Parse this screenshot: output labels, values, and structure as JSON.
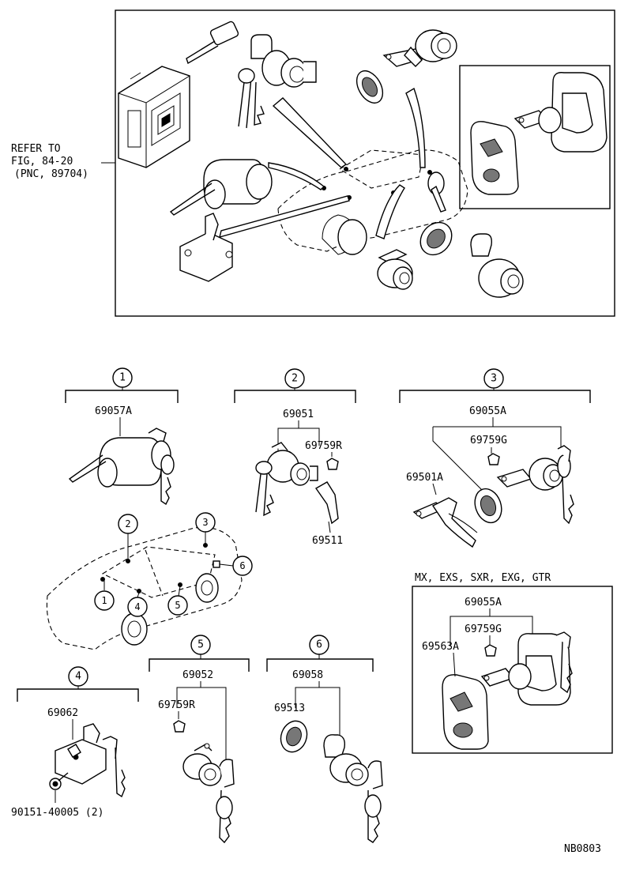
{
  "refer_note": {
    "line1": "REFER TO",
    "line2": "FIG, 84-20",
    "line3": "(PNC, 89704)"
  },
  "groups": [
    {
      "number": "1",
      "parts": [
        "69057A"
      ]
    },
    {
      "number": "2",
      "parts": [
        "69051",
        "69759R",
        "69511"
      ]
    },
    {
      "number": "3",
      "parts": [
        "69055A",
        "69759G",
        "69501A"
      ]
    },
    {
      "number": "4",
      "parts": [
        "69062",
        "90151-40005 (2)"
      ]
    },
    {
      "number": "5",
      "parts": [
        "69052",
        "69759R"
      ]
    },
    {
      "number": "6",
      "parts": [
        "69058",
        "69513"
      ]
    }
  ],
  "variant": {
    "label": "MX, EXS, SXR, EXG, GTR",
    "parts": [
      "69055A",
      "69759G",
      "69563A"
    ]
  },
  "car_callouts": [
    "1",
    "2",
    "3",
    "4",
    "5",
    "6"
  ],
  "figure_code": "NB0803"
}
